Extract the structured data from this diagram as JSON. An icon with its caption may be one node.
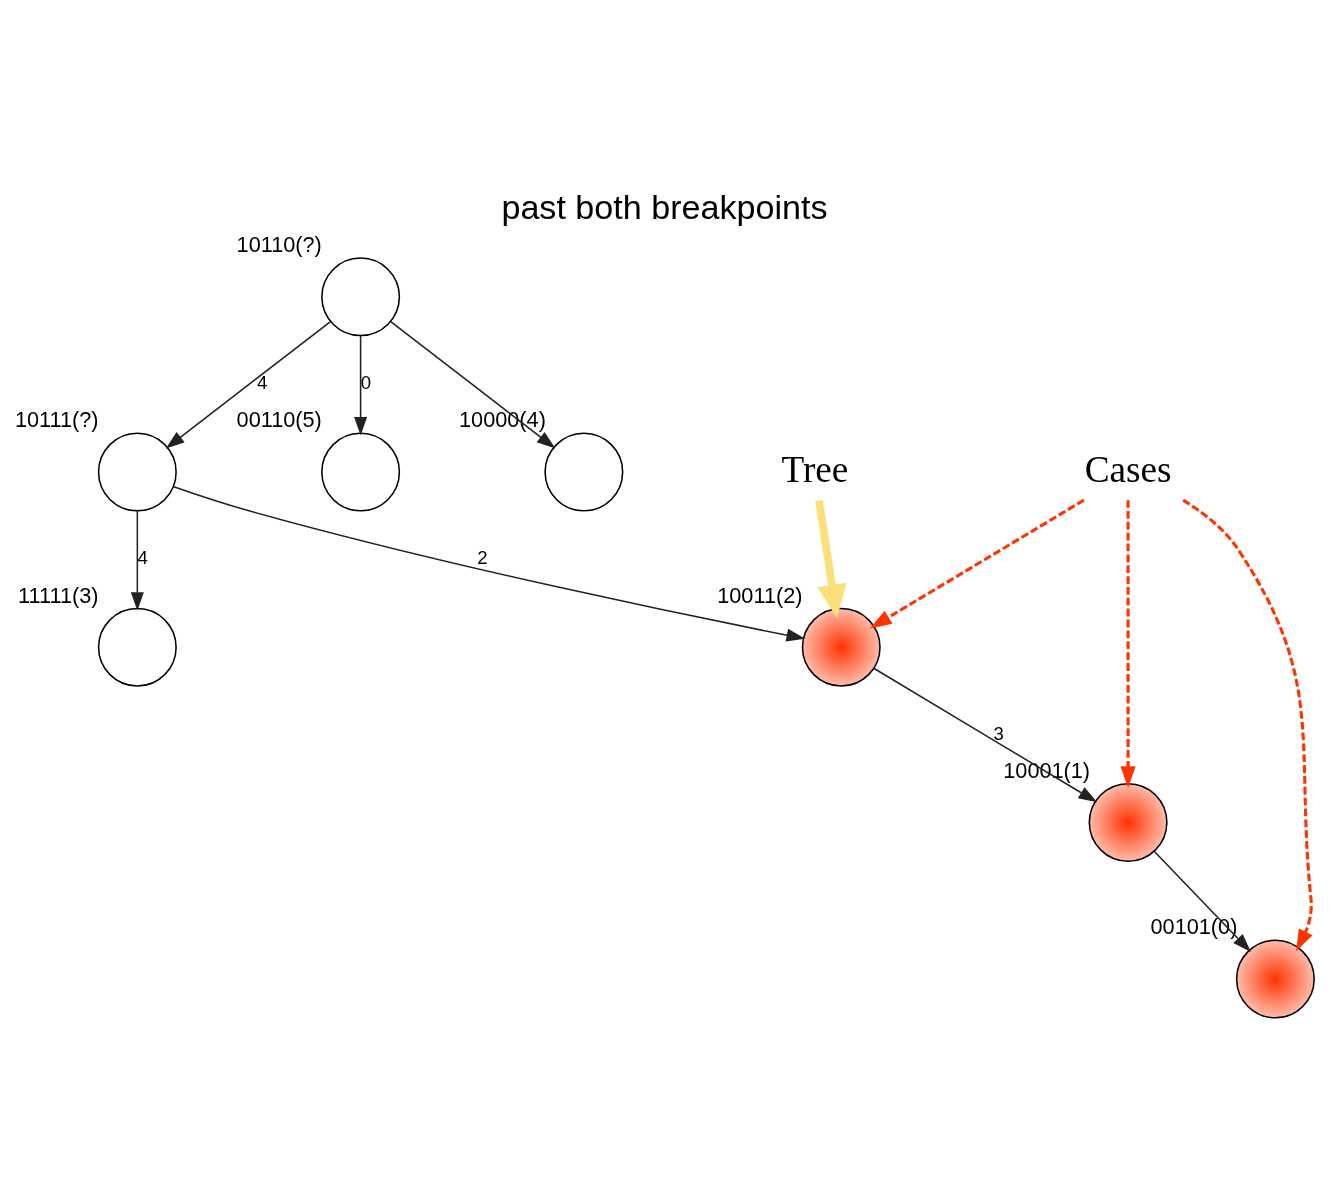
{
  "diagram": {
    "title": "past both breakpoints",
    "nodes": [
      {
        "text": [],
        "shape": "circle",
        "beside": [
          "10110(?)"
        ]
      },
      {
        "text": [],
        "shape": "circle",
        "beside": [
          "10111(?)"
        ]
      },
      {
        "text": [],
        "shape": "circle",
        "beside": [
          "00110(5)"
        ]
      },
      {
        "text": [
          "Tree"
        ]
      },
      {
        "text": [],
        "shape": "circle",
        "beside": [
          "10011(2)"
        ]
      },
      {
        "text": [],
        "shape": "circle",
        "beside": [
          "11111(3)"
        ]
      },
      {
        "text": [],
        "shape": "circle",
        "beside": [
          "10001(1)"
        ]
      },
      {
        "text": [],
        "shape": "circle",
        "beside": [
          "10000(4)"
        ]
      },
      {
        "text": [],
        "shape": "circle",
        "beside": [
          "00101(0)"
        ]
      },
      {
        "text": [
          "Cases"
        ]
      }
    ],
    "edges": [
      {
        "from": 0,
        "to": 1,
        "arrow": "to",
        "label": "4"
      },
      {
        "from": 0,
        "to": 2,
        "arrow": "to",
        "label": "0"
      },
      {
        "from": 0,
        "to": 7,
        "arrow": "to"
      },
      {
        "from": 1,
        "to": 4,
        "arrow": "to",
        "label": "2"
      },
      {
        "from": 1,
        "to": 5,
        "arrow": "to",
        "label": "4"
      },
      {
        "from": 4,
        "to": 6,
        "arrow": "to",
        "label": "3"
      },
      {
        "from": 6,
        "to": 8,
        "arrow": "to"
      },
      {
        "from": 3,
        "to": 4,
        "arrow": "to",
        "style": "thick",
        "color": "#f9e07a"
      },
      {
        "from": 9,
        "to": 4,
        "arrow": "to",
        "style": "dashed",
        "color": "#ff3300"
      },
      {
        "from": 9,
        "to": 6,
        "arrow": "to",
        "style": "dashed",
        "color": "#ff3300"
      },
      {
        "from": 9,
        "to": 8,
        "arrow": "to",
        "style": "dashed",
        "color": "#ff3300"
      }
    ]
  }
}
